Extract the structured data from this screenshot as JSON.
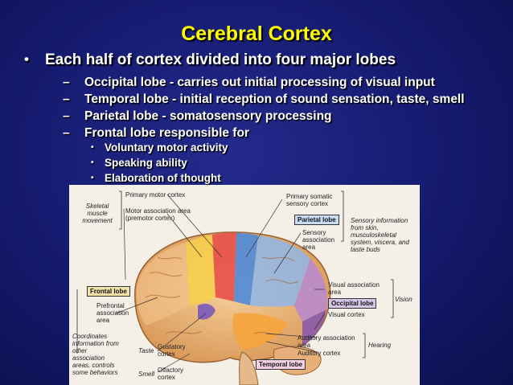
{
  "title": "Cerebral Cortex",
  "bullet": "Each half of cortex divided into four major lobes",
  "sub_items": [
    "Occipital lobe - carries out initial processing of visual input",
    "Temporal lobe - initial reception of sound sensation, taste, smell",
    "Parietal lobe - somatosensory processing",
    "Frontal lobe responsible for"
  ],
  "frontal_items": [
    "Voluntary motor activity",
    "Speaking ability",
    "Elaboration of thought"
  ],
  "figure": {
    "skeletal": "Skeletal muscle movement",
    "primary_motor": "Primary motor cortex",
    "motor_assoc": "Motor association area (premotor cortex)",
    "primary_somatic": "Primary somatic sensory cortex",
    "parietal_lobe": "Parietal lobe",
    "sensory_assoc": "Sensory association area",
    "sensory_info": "Sensory information from skin, musculoskeletal system, viscera, and taste buds",
    "frontal_lobe": "Frontal lobe",
    "prefrontal": "Prefrontal association area",
    "coordinates": "Coordinates information from other association areas, controls some behaviors",
    "visual_assoc": "Visual association area",
    "occipital_lobe": "Occipital lobe",
    "visual_cortex": "Visual cortex",
    "vision": "Vision",
    "auditory_assoc": "Auditory association area",
    "auditory_cortex": "Auditory cortex",
    "hearing": "Hearing",
    "taste": "Taste",
    "gustatory": "Gustatory cortex",
    "smell": "Smell",
    "olfactory": "Olfactory cortex",
    "temporal_lobe": "Temporal lobe"
  }
}
